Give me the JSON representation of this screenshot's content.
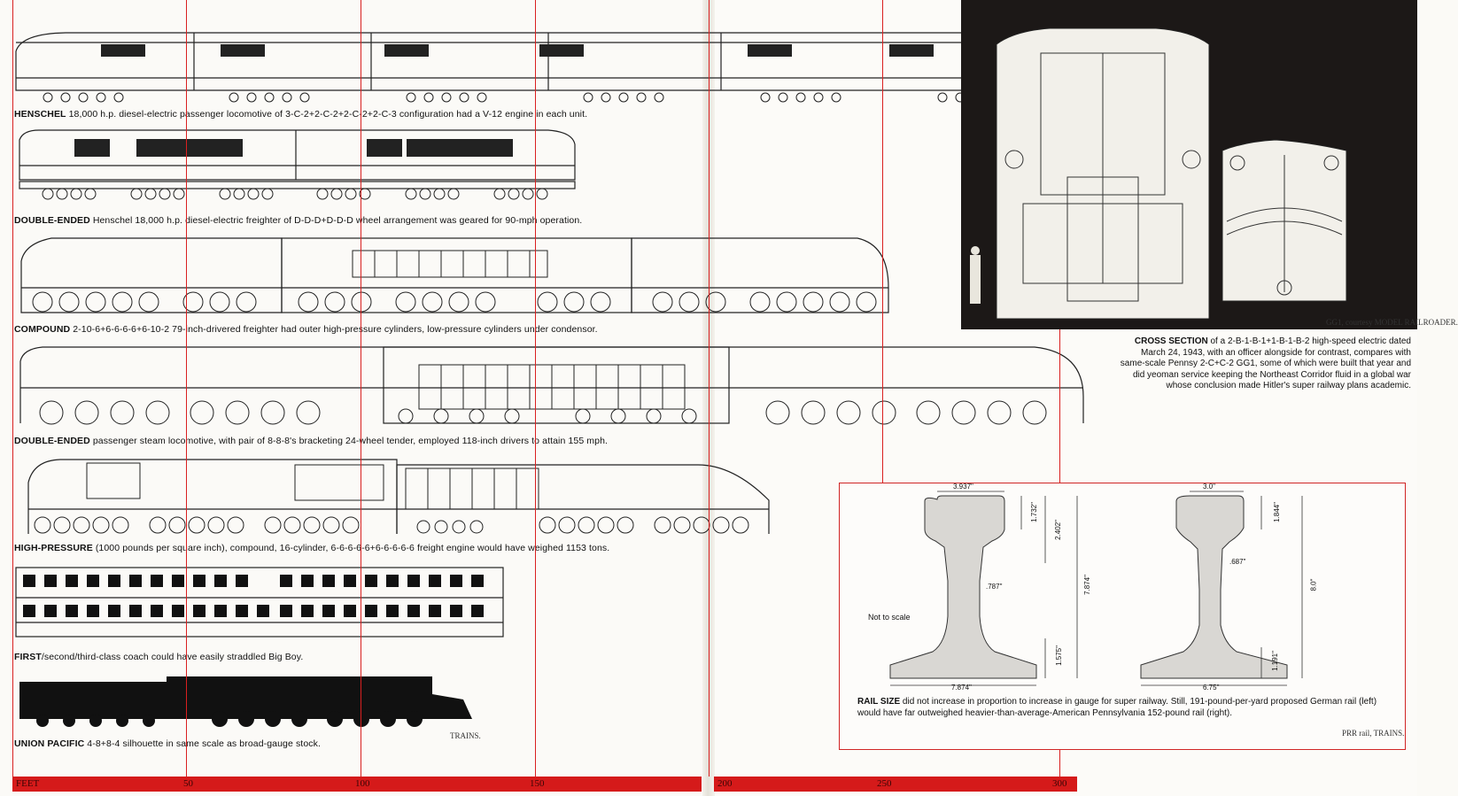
{
  "left_page": {
    "captions": [
      {
        "lead": "HENSCHEL",
        "text": " 18,000 h.p. diesel-electric passenger locomotive of 3-C-2+2-C-2+2-C-2+2-C-3 configuration had a V-12 engine in each unit."
      },
      {
        "lead": "DOUBLE-ENDED",
        "text": " Henschel 18,000 h.p. diesel-electric freighter of D-D-D+D-D-D wheel arrangement was geared for 90-mph operation."
      },
      {
        "lead": "COMPOUND",
        "text": " 2-10-6+6-6-6-6+6-10-2 79-inch-drivered freighter had outer high-pressure cylinders, low-pressure cylinders under condensor."
      },
      {
        "lead": "DOUBLE-ENDED",
        "text": " passenger steam locomotive, with pair of 8-8-8's bracketing 24-wheel tender, employed 118-inch drivers to attain 155 mph."
      },
      {
        "lead": "HIGH-PRESSURE",
        "text": " (1000 pounds per square inch), compound, 16-cylinder, 6-6-6-6-6+6-6-6-6-6 freight engine would have weighed 1153 tons."
      },
      {
        "lead": "FIRST",
        "text": "/second/third-class coach could have easily straddled Big Boy."
      },
      {
        "lead": "UNION PACIFIC",
        "text": " 4-8+8-4 silhouette in same scale as broad-gauge stock."
      }
    ],
    "credit": "TRAINS."
  },
  "ruler": {
    "labels": [
      "FEET",
      "50",
      "100",
      "150",
      "200",
      "250",
      "300"
    ]
  },
  "right_page": {
    "photo_credit": "GG1, courtesy MODEL RAILROADER.",
    "cross_section": {
      "lead": "CROSS SECTION",
      "text": " of a 2-B-1-B-1+1-B-1-B-2 high-speed electric dated March 24, 1943, with an officer alongside for contrast, compares with same-scale Pennsy 2-C+C-2 GG1, some of which were built that year and did yeoman service keeping the Northeast Corridor fluid in a global war whose conclusion made Hitler's super railway plans academic."
    },
    "rail": {
      "not_to_scale": "Not to scale",
      "german": {
        "head_width": "3.937\"",
        "head_depth": "1.732\"",
        "upper": "2.402\"",
        "web": ".787\"",
        "height": "7.874\"",
        "base_depth": "1.575\"",
        "base_width": "7.874\""
      },
      "american": {
        "head_width": "3.0\"",
        "head_depth": "1.844\"",
        "web": ".687\"",
        "height": "8.0\"",
        "base_depth": "1.191\"",
        "base_width": "6.75\""
      },
      "caption_lead": "RAIL SIZE",
      "caption_text": " did not increase in proportion to increase in gauge for super railway. Still, 191-pound-per-yard proposed German rail (left) would have far outweighed heavier-than-average-American Pennsylvania 152-pound rail (right)."
    },
    "credit": "PRR rail, TRAINS."
  }
}
